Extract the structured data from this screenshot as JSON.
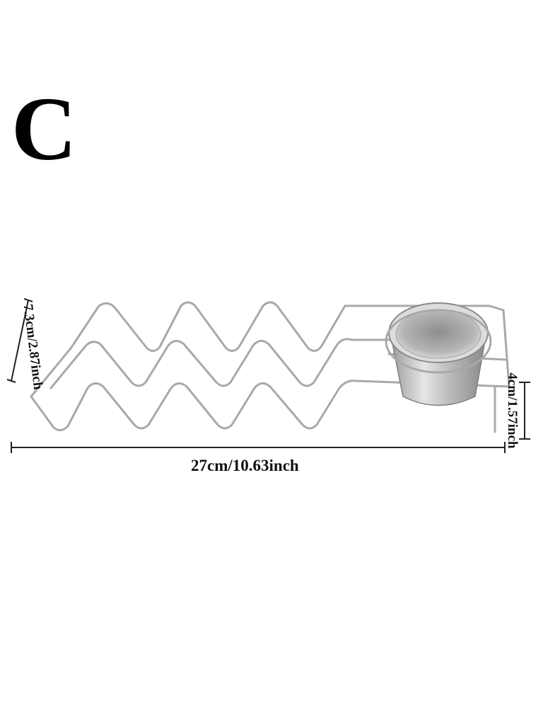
{
  "image": {
    "variant_label": "C",
    "subject": "taco-holder-rack-with-sauce-cup",
    "dimensions": {
      "width": "27cm/10.63inch",
      "depth": "7.3cm/2.87inch",
      "height": "4cm/1.57inch"
    },
    "colors": {
      "background": "#ffffff",
      "wire": "#b8b8b8",
      "cup": "#c4c4c4",
      "text": "#111111"
    }
  }
}
